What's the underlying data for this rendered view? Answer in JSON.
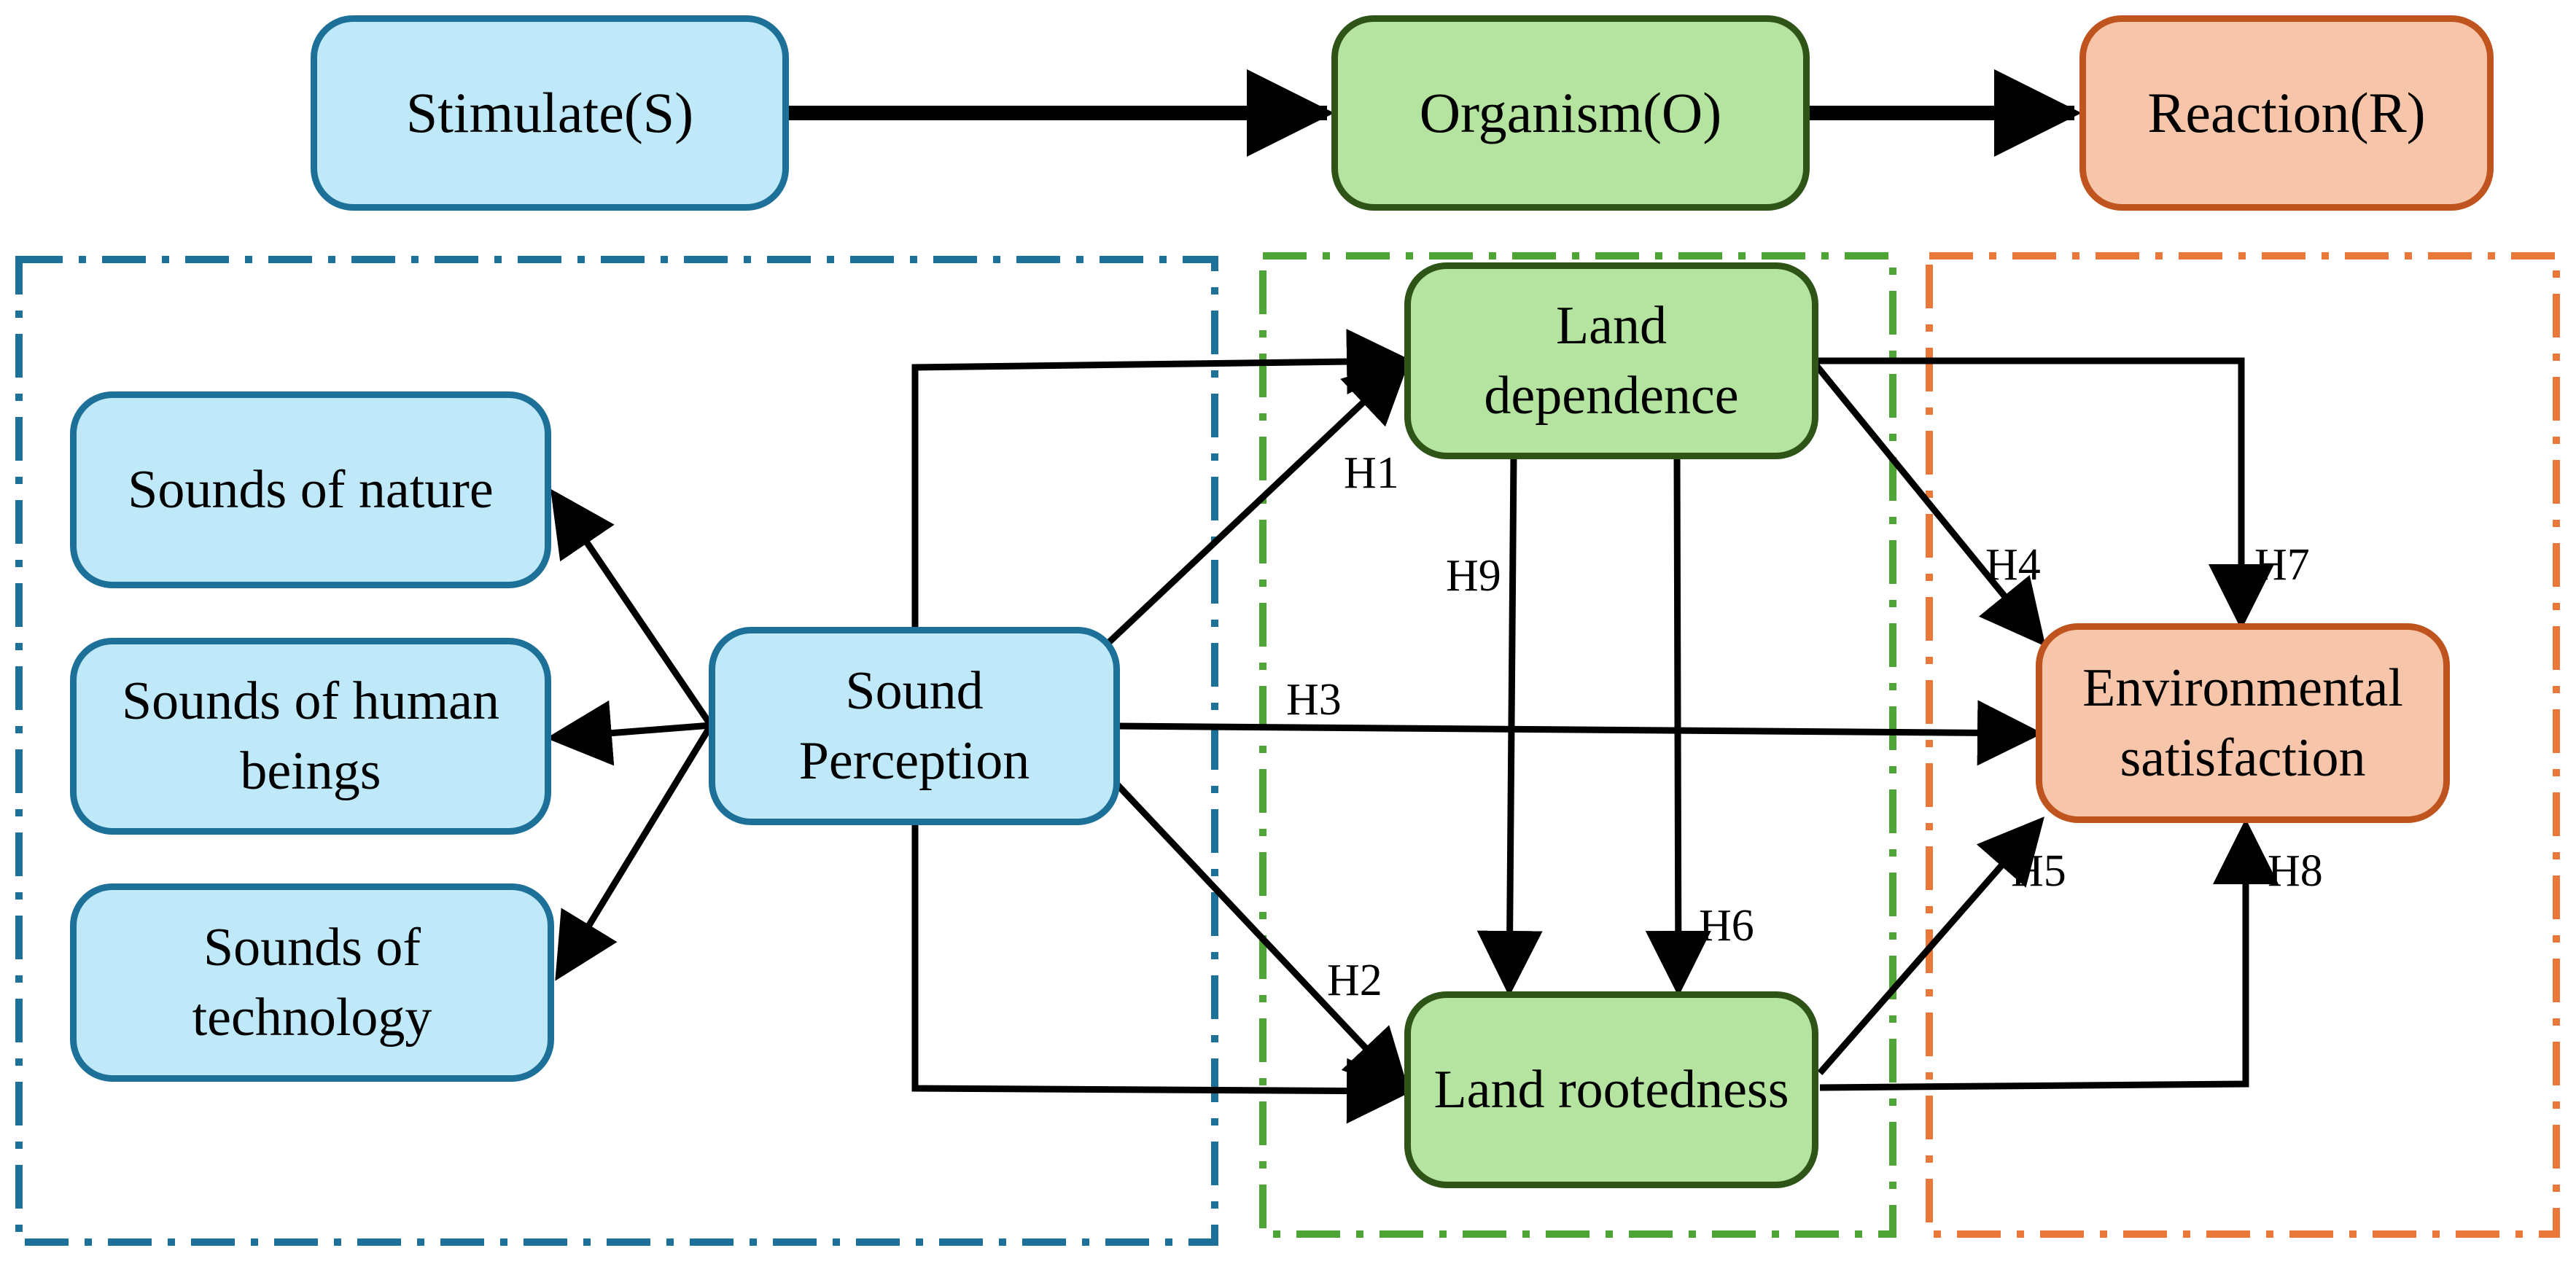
{
  "framework": {
    "stimulate": "Stimulate(S)",
    "organism": "Organism(O)",
    "reaction": "Reaction(R)"
  },
  "nodes": {
    "sounds_of_nature": [
      "Sounds of nature"
    ],
    "sounds_of_human_beings": [
      "Sounds of human",
      "beings"
    ],
    "sounds_of_technology": [
      "Sounds of",
      "technology"
    ],
    "sound_perception": [
      "Sound",
      "Perception"
    ],
    "land_dependence": [
      "Land",
      "dependence"
    ],
    "land_rootedness": [
      "Land rootedness"
    ],
    "environmental_satisfaction": [
      "Environmental",
      "satisfaction"
    ]
  },
  "hypotheses": {
    "h1": "H1",
    "h2": "H2",
    "h3": "H3",
    "h4": "H4",
    "h5": "H5",
    "h6": "H6",
    "h7": "H7",
    "h8": "H8",
    "h9": "H9"
  },
  "colors": {
    "blue_fill": "#bfe8f8",
    "blue_border": "#1d7198",
    "green_fill": "#b4e49f",
    "green_border": "#2e5417",
    "orange_fill": "#f7c5a9",
    "orange_border": "#c0541f",
    "stimulus_region": "#1d7198",
    "organism_region": "#4ea536",
    "reaction_region": "#e8793a"
  }
}
